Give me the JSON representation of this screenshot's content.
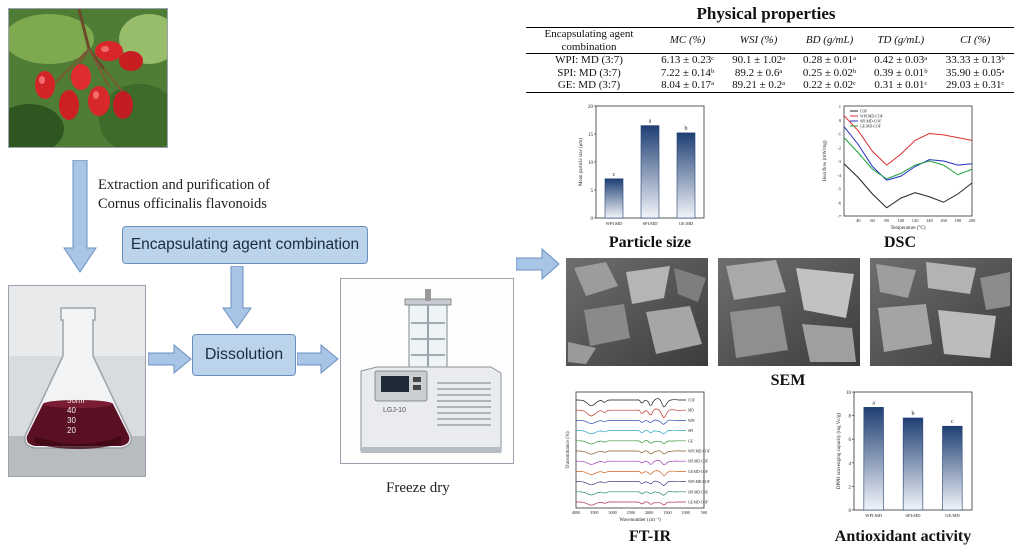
{
  "steps": {
    "extraction": [
      "Extraction and purification of",
      "Cornus officinalis flavonoids"
    ],
    "encapsulating": "Encapsulating agent combination",
    "dissolution": "Dissolution",
    "freeze_dry": "Freeze dry"
  },
  "flask_marks": [
    "50ml",
    "40",
    "30",
    "20"
  ],
  "freeze_dryer": {
    "brand": "LGJ-10"
  },
  "properties": {
    "title": "Physical properties",
    "headers": [
      "Encapsulating agent combination",
      "MC (%)",
      "WSI (%)",
      "BD (g/mL)",
      "TD (g/mL)",
      "CI (%)"
    ],
    "rows": [
      [
        "WPI: MD (3:7)",
        "6.13 ± 0.23ᶜ",
        "90.1 ± 1.02ᵃ",
        "0.28 ± 0.01ᵃ",
        "0.42 ± 0.03ᵃ",
        "33.33 ± 0.13ᵇ"
      ],
      [
        "SPI: MD (3:7)",
        "7.22 ± 0.14ᵇ",
        "89.2 ± 0.6ᵃ",
        "0.25 ± 0.02ᵇ",
        "0.39 ± 0.01ᵇ",
        "35.90 ± 0.05ᵃ"
      ],
      [
        "GE: MD (3:7)",
        "8.04 ± 0.17ᵃ",
        "89.21 ± 0.2ᵃ",
        "0.22 ± 0.02ᶜ",
        "0.31 ± 0.01ᶜ",
        "29.03 ± 0.31ᶜ"
      ]
    ]
  },
  "captions": {
    "particle": "Particle size",
    "dsc": "DSC",
    "sem": "SEM",
    "ftir": "FT-IR",
    "antioxidant": "Antioxidant activity"
  },
  "chart_data": [
    {
      "type": "bar",
      "ylabel": "Mean particle size (μm)",
      "categories": [
        "WPI:MD",
        "SPI:MD",
        "GE:MD"
      ],
      "values": [
        7,
        16.5,
        15.2
      ],
      "letters": [
        "c",
        "a",
        "b"
      ],
      "ylim": [
        0,
        20
      ],
      "yticks": [
        "0",
        "5",
        "10",
        "15",
        "20"
      ]
    },
    {
      "type": "line",
      "xlabel": "Temperature (°C)",
      "ylabel": "Heat flow (mW/mg)",
      "xlim": [
        20,
        200
      ],
      "ylim": [
        -7,
        1
      ],
      "xticks": [
        "40",
        "60",
        "80",
        "100",
        "120",
        "140",
        "160",
        "180",
        "200"
      ],
      "yticks": [
        "1",
        "0",
        "-1",
        "-2",
        "-3",
        "-4",
        "-5",
        "-6",
        "-7"
      ],
      "x": [
        20,
        40,
        60,
        80,
        100,
        120,
        140,
        160,
        180,
        200
      ],
      "series": [
        {
          "name": "COF",
          "color": "#222222",
          "values": [
            -3.2,
            -4.2,
            -5.4,
            -6.4,
            -5.7,
            -5.3,
            -5.6,
            -6.0,
            -5.4,
            -4.6
          ]
        },
        {
          "name": "WPI:MD-COF",
          "color": "#e03030",
          "values": [
            0.3,
            -0.8,
            -2.3,
            -3.3,
            -2.5,
            -1.5,
            -1.0,
            -1.1,
            -1.3,
            -1.5
          ]
        },
        {
          "name": "SPI:MD-COF",
          "color": "#2030c0",
          "values": [
            -0.5,
            -1.8,
            -3.4,
            -4.4,
            -4.1,
            -3.4,
            -2.9,
            -3.0,
            -3.3,
            -3.2
          ]
        },
        {
          "name": "GE:MD-COF",
          "color": "#20a040",
          "values": [
            -1.3,
            -2.4,
            -3.6,
            -4.3,
            -3.9,
            -3.3,
            -3.0,
            -3.3,
            -4.0,
            -3.6
          ]
        }
      ]
    },
    {
      "type": "line",
      "xlabel": "Wavenumber (cm⁻¹)",
      "ylabel": "Transmittance (%)",
      "xticks": [
        "4000",
        "3500",
        "3000",
        "2500",
        "2000",
        "1500",
        "1000",
        "500"
      ],
      "series_labels": [
        "COF",
        "MD",
        "WPI",
        "SPI",
        "GE",
        "WPI:MD-COF",
        "SPI:MD-COF",
        "GE:MD-COF",
        "WPI:MD-COF",
        "SPI:MD-COF",
        "GE:MD-COF"
      ],
      "series_colors": [
        "#1a1a1a",
        "#c0392b",
        "#2e4db3",
        "#2aa6c8",
        "#3a9a3a",
        "#8a5a2b",
        "#9b3fb0",
        "#d06020",
        "#444488",
        "#2a8a6a",
        "#b02a5a"
      ]
    },
    {
      "type": "bar",
      "ylabel": "DPPH scavenging capacity (mg Vc/g)",
      "categories": [
        "WPI:MD",
        "SPI:MD",
        "GE:MD"
      ],
      "values": [
        8.7,
        7.8,
        7.1
      ],
      "letters": [
        "a",
        "b",
        "c"
      ],
      "ylim": [
        0,
        10
      ],
      "yticks": [
        "0",
        "2",
        "4",
        "6",
        "8",
        "10"
      ]
    }
  ]
}
